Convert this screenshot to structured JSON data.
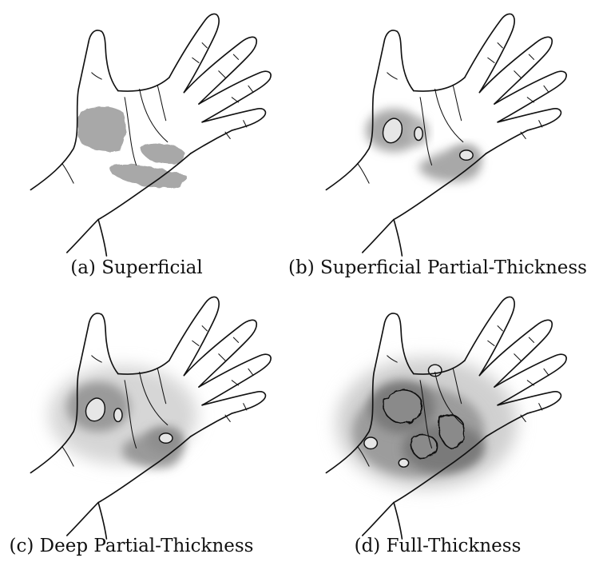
{
  "figure": {
    "panels": [
      {
        "id": "a",
        "caption": "(a) Superficial"
      },
      {
        "id": "b",
        "caption": "(b) Superficial Partial-Thickness"
      },
      {
        "id": "c",
        "caption": "(c) Deep Partial-Thickness"
      },
      {
        "id": "d",
        "caption": "(d) Full-Thickness"
      }
    ]
  },
  "colors": {
    "outline": "#111111",
    "burn_light": "#cfcfcf",
    "burn_mid": "#a8a8a8",
    "burn_dark": "#6e6e6e",
    "blister": "#e6e6e6",
    "eschar": "#8a8a8a"
  }
}
